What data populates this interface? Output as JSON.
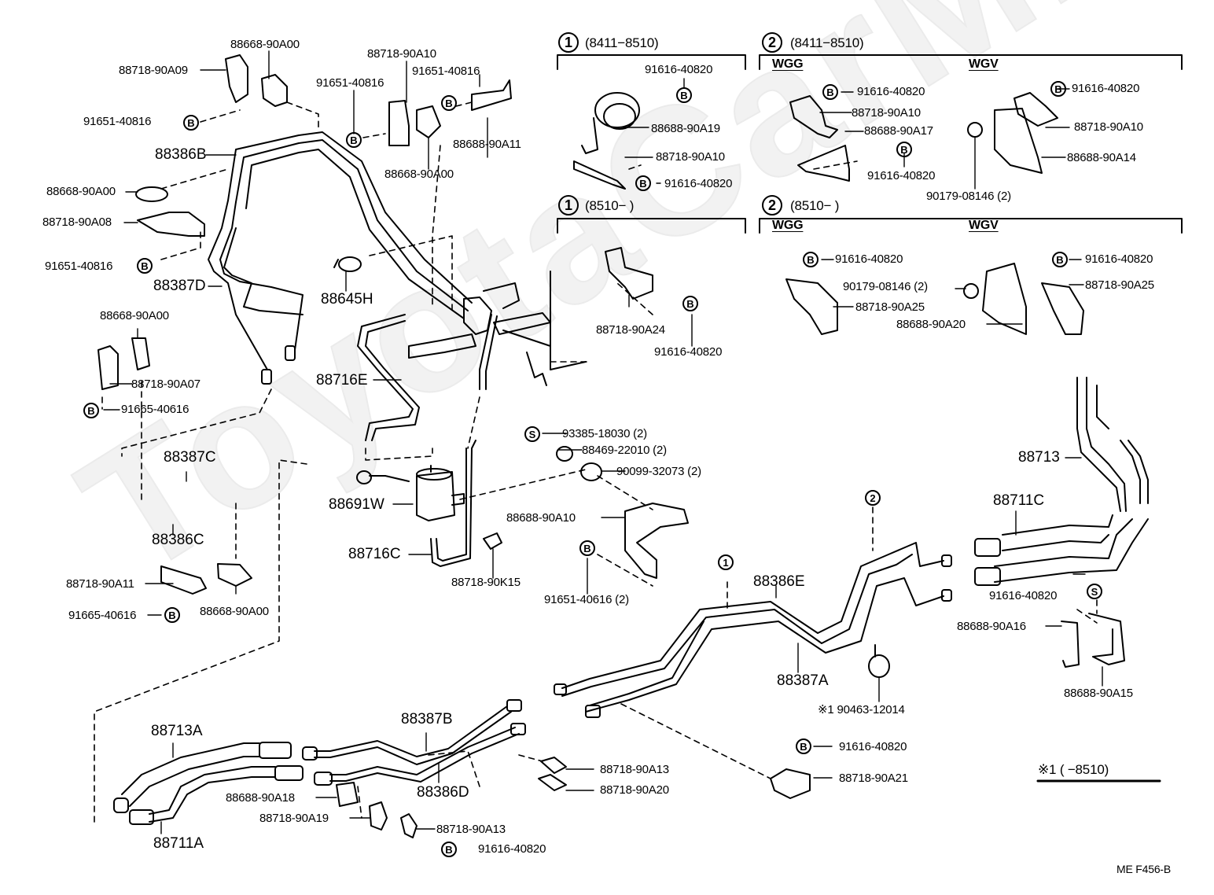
{
  "diagram": {
    "watermark": "ToyotaCarMine.ru",
    "code": "ME  F456-B",
    "footnote": {
      "mark": "※1",
      "range": "(        −8510)"
    },
    "variants": {
      "v1_early": {
        "circle": "1",
        "range": "(8411−8510)"
      },
      "v2_early": {
        "circle": "2",
        "range": "(8411−8510)",
        "sub_left": "WGG",
        "sub_right": "WGV"
      },
      "v1_late": {
        "circle": "1",
        "range": "(8510−        )"
      },
      "v2_late": {
        "circle": "2",
        "range": "(8510−        )",
        "sub_left": "WGG",
        "sub_right": "WGV"
      }
    },
    "markers": {
      "bolt": "B",
      "screw": "S",
      "one": "1",
      "two": "2"
    },
    "labels": [
      {
        "id": "p1",
        "text": "88668-90A00"
      },
      {
        "id": "p2",
        "text": "88718-90A09"
      },
      {
        "id": "p3",
        "text": "91651-40816"
      },
      {
        "id": "p4",
        "text": "88386B"
      },
      {
        "id": "p5",
        "text": "88668-90A00"
      },
      {
        "id": "p6",
        "text": "88718-90A08"
      },
      {
        "id": "p7",
        "text": "91651-40816"
      },
      {
        "id": "p8",
        "text": "88387D"
      },
      {
        "id": "p9",
        "text": "88668-90A00"
      },
      {
        "id": "p10",
        "text": "88718-90A07"
      },
      {
        "id": "p11",
        "text": "91665-40616"
      },
      {
        "id": "p12",
        "text": "88387C"
      },
      {
        "id": "p13",
        "text": "88386C"
      },
      {
        "id": "p14",
        "text": "88718-90A11"
      },
      {
        "id": "p15",
        "text": "91665-40616"
      },
      {
        "id": "p16",
        "text": "88668-90A00"
      },
      {
        "id": "p17",
        "text": "88718-90A10"
      },
      {
        "id": "p18",
        "text": "91651-40816"
      },
      {
        "id": "p19",
        "text": "91651-40816"
      },
      {
        "id": "p20",
        "text": "88688-90A11"
      },
      {
        "id": "p21",
        "text": "88668-90A00"
      },
      {
        "id": "p22",
        "text": "88645H"
      },
      {
        "id": "p23",
        "text": "88716E"
      },
      {
        "id": "p24",
        "text": "88691W"
      },
      {
        "id": "p25",
        "text": "88716C"
      },
      {
        "id": "p26",
        "text": "88718-90K15"
      },
      {
        "id": "p27",
        "text": "93385-18030 (2)"
      },
      {
        "id": "p28",
        "text": "88469-22010 (2)"
      },
      {
        "id": "p29",
        "text": "90099-32073 (2)"
      },
      {
        "id": "p30",
        "text": "88688-90A10"
      },
      {
        "id": "p31",
        "text": "91651-40616 (2)"
      },
      {
        "id": "p32",
        "text": "91616-40820"
      },
      {
        "id": "p33",
        "text": "88688-90A19"
      },
      {
        "id": "p34",
        "text": "88718-90A10"
      },
      {
        "id": "p35",
        "text": "91616-40820"
      },
      {
        "id": "p36",
        "text": "88718-90A24"
      },
      {
        "id": "p37",
        "text": "91616-40820"
      },
      {
        "id": "p38",
        "text": "91616-40820"
      },
      {
        "id": "p39",
        "text": "88718-90A10"
      },
      {
        "id": "p40",
        "text": "88688-90A17"
      },
      {
        "id": "p41",
        "text": "91616-40820"
      },
      {
        "id": "p42",
        "text": "91616-40820"
      },
      {
        "id": "p43",
        "text": "88718-90A10"
      },
      {
        "id": "p44",
        "text": "88688-90A14"
      },
      {
        "id": "p45",
        "text": "90179-08146 (2)"
      },
      {
        "id": "p46",
        "text": "91616-40820"
      },
      {
        "id": "p47",
        "text": "90179-08146 (2)"
      },
      {
        "id": "p48",
        "text": "88718-90A25"
      },
      {
        "id": "p49",
        "text": "88688-90A20"
      },
      {
        "id": "p50",
        "text": "91616-40820"
      },
      {
        "id": "p51",
        "text": "88718-90A25"
      },
      {
        "id": "p52",
        "text": "88713"
      },
      {
        "id": "p53",
        "text": "88711C"
      },
      {
        "id": "p54",
        "text": "91616-40820"
      },
      {
        "id": "p55",
        "text": "88688-90A16"
      },
      {
        "id": "p56",
        "text": "88688-90A15"
      },
      {
        "id": "p57",
        "text": "88386E"
      },
      {
        "id": "p58",
        "text": "88387A"
      },
      {
        "id": "p59",
        "text": "90463-12014"
      },
      {
        "id": "p60",
        "text": "91616-40820"
      },
      {
        "id": "p61",
        "text": "88718-90A21"
      },
      {
        "id": "p62",
        "text": "88713A"
      },
      {
        "id": "p63",
        "text": "88711A"
      },
      {
        "id": "p64",
        "text": "88387B"
      },
      {
        "id": "p65",
        "text": "88386D"
      },
      {
        "id": "p66",
        "text": "88688-90A18"
      },
      {
        "id": "p67",
        "text": "88718-90A19"
      },
      {
        "id": "p68",
        "text": "88718-90A13"
      },
      {
        "id": "p69",
        "text": "91616-40820"
      },
      {
        "id": "p70",
        "text": "88718-90A13"
      },
      {
        "id": "p71",
        "text": "88718-90A20"
      }
    ]
  }
}
